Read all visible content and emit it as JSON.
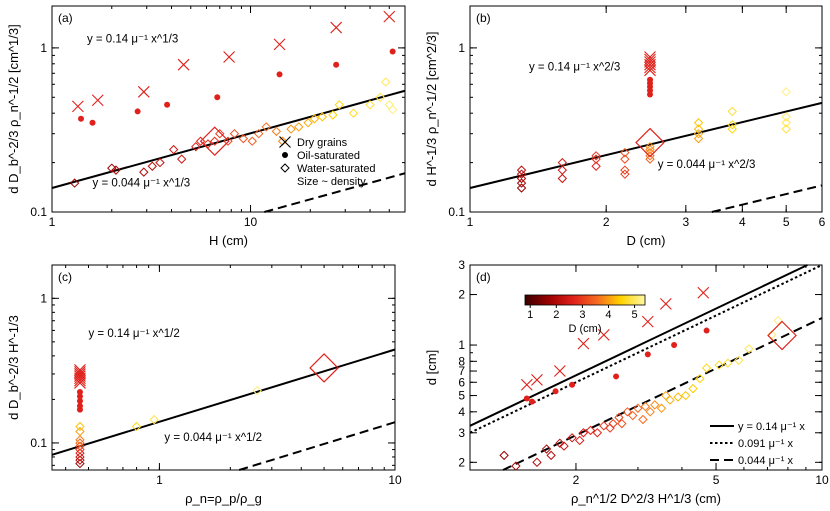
{
  "chart_data": [
    {
      "type": "scatter",
      "panel_label": "(a)",
      "xlabel": "H (cm)",
      "ylabel": "d D_b^-2/3 ρ_n^-1/2 [cm^1/3]",
      "x_scale": "log",
      "y_scale": "log",
      "xlim": [
        1,
        60
      ],
      "ylim": [
        0.1,
        1.8
      ],
      "x_ticks": [
        {
          "v": 1,
          "l": "1"
        },
        {
          "v": 10,
          "l": "10"
        }
      ],
      "y_ticks": [
        {
          "v": 0.1,
          "l": "0.1"
        },
        {
          "v": 1,
          "l": "1"
        }
      ],
      "lines": [
        {
          "a": 0.14,
          "p": 0.3333,
          "style": "solid",
          "label": "y = 0.14 μ⁻¹ x^1/3",
          "lx": 1.5,
          "ly": 1.08
        },
        {
          "a": 0.044,
          "p": 0.3333,
          "style": "dashed",
          "label": "y = 0.044 μ⁻¹ x^1/3",
          "lx": 1.6,
          "ly": 0.143
        }
      ],
      "legend": {
        "position": "lower-right",
        "items": [
          {
            "marker": "cross",
            "label": "Dry grains"
          },
          {
            "marker": "dot",
            "label": "Oil-saturated"
          },
          {
            "marker": "diamond",
            "label": "Water-saturated"
          },
          {
            "marker": "none",
            "label": "Size ~ density"
          }
        ]
      },
      "series": [
        {
          "name": "Dry grains",
          "marker": "cross",
          "points": [
            [
              1.35,
              0.44
            ],
            [
              1.7,
              0.48
            ],
            [
              2.9,
              0.54
            ],
            [
              4.6,
              0.79
            ],
            [
              7.8,
              0.88
            ],
            [
              14,
              1.05
            ],
            [
              27,
              1.33
            ],
            [
              50,
              1.55
            ]
          ]
        },
        {
          "name": "Oil-saturated",
          "marker": "dot",
          "points": [
            [
              1.4,
              0.37
            ],
            [
              1.6,
              0.35
            ],
            [
              2.7,
              0.41
            ],
            [
              3.8,
              0.45
            ],
            [
              6.8,
              0.5
            ],
            [
              14,
              0.69
            ],
            [
              27,
              0.79
            ],
            [
              52,
              0.95
            ]
          ]
        },
        {
          "name": "Water-saturated",
          "marker": "diamond",
          "points": [
            [
              1.3,
              0.15
            ],
            [
              2,
              0.185
            ],
            [
              2.1,
              0.18
            ],
            [
              2.9,
              0.175
            ],
            [
              3.2,
              0.19
            ],
            [
              3.5,
              0.2
            ],
            [
              4.1,
              0.24
            ],
            [
              4.5,
              0.21
            ],
            [
              5.3,
              0.25
            ],
            [
              5.6,
              0.27
            ],
            [
              6.1,
              0.26
            ],
            [
              6.6,
              0.27
            ],
            [
              7,
              0.3
            ],
            [
              7.7,
              0.27
            ],
            [
              8.3,
              0.3
            ],
            [
              9.2,
              0.28
            ],
            [
              10.2,
              0.27
            ],
            [
              11,
              0.3
            ],
            [
              12,
              0.33
            ],
            [
              13.5,
              0.31
            ],
            [
              14.5,
              0.27
            ],
            [
              16,
              0.32
            ],
            [
              17.5,
              0.33
            ],
            [
              19.5,
              0.35
            ],
            [
              21,
              0.37
            ],
            [
              23,
              0.38
            ],
            [
              26,
              0.39
            ],
            [
              28,
              0.45
            ],
            [
              33,
              0.4
            ],
            [
              40,
              0.45
            ],
            [
              45,
              0.5
            ],
            [
              48,
              0.62
            ],
            [
              50,
              0.45
            ],
            [
              52,
              0.42
            ]
          ]
        },
        {
          "name": "Water-saturated (high density)",
          "marker": "diamond-large",
          "points": [
            [
              6.6,
              0.27
            ]
          ]
        }
      ]
    },
    {
      "type": "scatter",
      "panel_label": "(b)",
      "xlabel": "D (cm)",
      "ylabel": "d H^-1/3 ρ_n^-1/2 [cm^2/3]",
      "x_scale": "log",
      "y_scale": "log",
      "xlim": [
        1,
        6
      ],
      "ylim": [
        0.1,
        1.8
      ],
      "x_ticks": [
        {
          "v": 1,
          "l": "1"
        },
        {
          "v": 2,
          "l": "2"
        },
        {
          "v": 3,
          "l": "3"
        },
        {
          "v": 4,
          "l": "4"
        },
        {
          "v": 5,
          "l": "5"
        },
        {
          "v": 6,
          "l": "6"
        }
      ],
      "y_ticks": [
        {
          "v": 0.1,
          "l": "0.1"
        },
        {
          "v": 1,
          "l": "1"
        }
      ],
      "lines": [
        {
          "a": 0.14,
          "p": 0.6667,
          "style": "solid",
          "label": "y = 0.14 μ⁻¹ x^2/3",
          "lx": 1.35,
          "ly": 0.73
        },
        {
          "a": 0.044,
          "p": 0.6667,
          "style": "dashed",
          "label": "y = 0.044 μ⁻¹ x^2/3",
          "lx": 2.6,
          "ly": 0.185
        }
      ],
      "series": [
        {
          "name": "Dry grains",
          "marker": "cross",
          "points": [
            [
              2.5,
              0.73
            ],
            [
              2.5,
              0.76
            ],
            [
              2.5,
              0.79
            ],
            [
              2.5,
              0.82
            ],
            [
              2.5,
              0.85
            ],
            [
              2.5,
              0.88
            ]
          ]
        },
        {
          "name": "Oil-saturated",
          "marker": "dot",
          "points": [
            [
              2.5,
              0.52
            ],
            [
              2.5,
              0.55
            ],
            [
              2.5,
              0.58
            ],
            [
              2.5,
              0.61
            ],
            [
              2.5,
              0.64
            ]
          ]
        },
        {
          "name": "Water-saturated",
          "marker": "diamond",
          "points": [
            [
              1.3,
              0.14
            ],
            [
              1.3,
              0.15
            ],
            [
              1.3,
              0.16
            ],
            [
              1.3,
              0.17
            ],
            [
              1.3,
              0.18
            ],
            [
              1.6,
              0.16
            ],
            [
              1.6,
              0.18
            ],
            [
              1.6,
              0.2
            ],
            [
              1.9,
              0.19
            ],
            [
              1.9,
              0.21
            ],
            [
              1.9,
              0.22
            ],
            [
              2.2,
              0.17
            ],
            [
              2.2,
              0.18
            ],
            [
              2.2,
              0.21
            ],
            [
              2.2,
              0.23
            ],
            [
              2.5,
              0.21
            ],
            [
              2.5,
              0.22
            ],
            [
              2.5,
              0.23
            ],
            [
              2.5,
              0.24
            ],
            [
              2.5,
              0.25
            ],
            [
              3.2,
              0.28
            ],
            [
              3.2,
              0.3
            ],
            [
              3.2,
              0.32
            ],
            [
              3.2,
              0.35
            ],
            [
              3.8,
              0.32
            ],
            [
              3.8,
              0.34
            ],
            [
              3.8,
              0.41
            ],
            [
              5,
              0.32
            ],
            [
              5,
              0.35
            ],
            [
              5,
              0.38
            ],
            [
              5,
              0.54
            ]
          ]
        },
        {
          "name": "Water-saturated (high density)",
          "marker": "diamond-large",
          "points": [
            [
              2.5,
              0.265
            ]
          ]
        }
      ]
    },
    {
      "type": "scatter",
      "panel_label": "(c)",
      "xlabel": "ρ_n=ρ_p/ρ_g",
      "ylabel": "d D_b^-2/3 H^-1/3",
      "x_scale": "log",
      "y_scale": "log",
      "xlim": [
        0.35,
        10
      ],
      "ylim": [
        0.065,
        1.7
      ],
      "x_ticks": [
        {
          "v": 1,
          "l": "1"
        },
        {
          "v": 10,
          "l": "10"
        }
      ],
      "y_ticks": [
        {
          "v": 0.1,
          "l": "0.1"
        },
        {
          "v": 1,
          "l": "1"
        }
      ],
      "lines": [
        {
          "a": 0.14,
          "p": 0.5,
          "style": "solid",
          "label": "y = 0.14 μ⁻¹ x^1/2",
          "lx": 0.5,
          "ly": 0.54
        },
        {
          "a": 0.044,
          "p": 0.5,
          "style": "dashed",
          "label": "y = 0.044 μ⁻¹ x^1/2",
          "lx": 1.05,
          "ly": 0.103
        }
      ],
      "series": [
        {
          "name": "Dry grains",
          "marker": "cross",
          "points": [
            [
              0.46,
              0.26
            ],
            [
              0.46,
              0.27
            ],
            [
              0.46,
              0.28
            ],
            [
              0.46,
              0.29
            ],
            [
              0.46,
              0.3
            ],
            [
              0.46,
              0.31
            ],
            [
              0.46,
              0.32
            ]
          ]
        },
        {
          "name": "Oil-saturated",
          "marker": "dot",
          "points": [
            [
              0.46,
              0.17
            ],
            [
              0.46,
              0.18
            ],
            [
              0.46,
              0.195
            ],
            [
              0.46,
              0.21
            ],
            [
              0.46,
              0.225
            ]
          ]
        },
        {
          "name": "Water-saturated",
          "marker": "diamond",
          "points": [
            [
              0.46,
              0.072
            ],
            [
              0.46,
              0.076
            ],
            [
              0.46,
              0.08
            ],
            [
              0.46,
              0.085
            ],
            [
              0.46,
              0.09
            ],
            [
              0.46,
              0.095
            ],
            [
              0.46,
              0.1
            ],
            [
              0.46,
              0.105
            ],
            [
              0.46,
              0.12
            ],
            [
              0.46,
              0.13
            ],
            [
              0.8,
              0.13
            ],
            [
              0.95,
              0.145
            ],
            [
              2.6,
              0.23
            ]
          ]
        },
        {
          "name": "Water-saturated (high density)",
          "marker": "diamond-large",
          "points": [
            [
              5.0,
              0.33
            ]
          ]
        }
      ]
    },
    {
      "type": "scatter",
      "panel_label": "(d)",
      "xlabel": "ρ_n^1/2 D^2/3 H^1/3 (cm)",
      "ylabel": "d [cm]",
      "x_scale": "log",
      "y_scale": "log",
      "xlim": [
        1,
        10
      ],
      "ylim": [
        0.18,
        3
      ],
      "x_ticks": [
        {
          "v": 2,
          "l": "2"
        },
        {
          "v": 5,
          "l": "5"
        },
        {
          "v": 10,
          "l": "10"
        }
      ],
      "y_ticks": [
        {
          "v": 0.2,
          "l": "2"
        },
        {
          "v": 0.3,
          "l": "3"
        },
        {
          "v": 0.4,
          "l": "4"
        },
        {
          "v": 0.5,
          "l": "5"
        },
        {
          "v": 0.6,
          "l": "6"
        },
        {
          "v": 0.7,
          "l": "7"
        },
        {
          "v": 0.8,
          "l": "8"
        },
        {
          "v": 1,
          "l": "1"
        },
        {
          "v": 2,
          "l": "2"
        },
        {
          "v": 3,
          "l": "3"
        }
      ],
      "lines": [
        {
          "a": 0.14,
          "p": 1,
          "mu_scaled": 0.33,
          "style": "solid",
          "legend": "y = 0.14 μ⁻¹ x"
        },
        {
          "a": 0.091,
          "p": 1,
          "mu_scaled": 0.3,
          "style": "dotted",
          "legend": "0.091 μ⁻¹ x"
        },
        {
          "a": 0.044,
          "p": 1,
          "mu_scaled": 0.145,
          "style": "dashed",
          "legend": "0.044 μ⁻¹ x"
        }
      ],
      "colorbar": {
        "label": "D (cm)",
        "range": [
          0.8,
          5.4
        ],
        "ticks": [
          1,
          2,
          3,
          4,
          5
        ],
        "colors": [
          "#3a0000",
          "#9b0000",
          "#e0201a",
          "#f56a20",
          "#ffd400",
          "#fff7a8"
        ]
      },
      "series": [
        {
          "name": "Dry grains",
          "marker": "cross",
          "points": [
            [
              1.45,
              0.58
            ],
            [
              1.55,
              0.62
            ],
            [
              1.8,
              0.7
            ],
            [
              2.1,
              1.02
            ],
            [
              2.4,
              1.15
            ],
            [
              3.2,
              1.38
            ],
            [
              3.6,
              1.76
            ],
            [
              4.6,
              2.05
            ]
          ]
        },
        {
          "name": "Oil-saturated",
          "marker": "dot",
          "points": [
            [
              1.45,
              0.48
            ],
            [
              1.5,
              0.46
            ],
            [
              1.75,
              0.53
            ],
            [
              1.95,
              0.58
            ],
            [
              2.6,
              0.65
            ],
            [
              3.2,
              0.88
            ],
            [
              3.8,
              1.0
            ],
            [
              4.7,
              1.22
            ]
          ]
        },
        {
          "name": "Water-saturated",
          "marker": "diamond",
          "points": [
            [
              1.25,
              0.22
            ],
            [
              1.35,
              0.19
            ],
            [
              1.55,
              0.2
            ],
            [
              1.65,
              0.24
            ],
            [
              1.7,
              0.22
            ],
            [
              1.8,
              0.26
            ],
            [
              1.85,
              0.25
            ],
            [
              1.95,
              0.28
            ],
            [
              2.05,
              0.27
            ],
            [
              2.1,
              0.3
            ],
            [
              2.2,
              0.31
            ],
            [
              2.3,
              0.3
            ],
            [
              2.4,
              0.33
            ],
            [
              2.5,
              0.32
            ],
            [
              2.55,
              0.34
            ],
            [
              2.65,
              0.37
            ],
            [
              2.7,
              0.34
            ],
            [
              2.8,
              0.4
            ],
            [
              2.9,
              0.38
            ],
            [
              3.0,
              0.42
            ],
            [
              3.1,
              0.36
            ],
            [
              3.15,
              0.43
            ],
            [
              3.25,
              0.4
            ],
            [
              3.35,
              0.44
            ],
            [
              3.5,
              0.42
            ],
            [
              3.6,
              0.5
            ],
            [
              3.7,
              0.47
            ],
            [
              3.9,
              0.49
            ],
            [
              4.1,
              0.5
            ],
            [
              4.3,
              0.55
            ],
            [
              4.5,
              0.63
            ],
            [
              4.7,
              0.73
            ],
            [
              5.1,
              0.76
            ],
            [
              5.4,
              0.78
            ],
            [
              5.8,
              0.81
            ],
            [
              6.2,
              0.95
            ],
            [
              7.2,
              1.15
            ],
            [
              7.5,
              1.4
            ]
          ]
        },
        {
          "name": "Water-saturated (high density)",
          "marker": "diamond-large",
          "points": [
            [
              7.7,
              1.14
            ]
          ]
        }
      ]
    }
  ]
}
